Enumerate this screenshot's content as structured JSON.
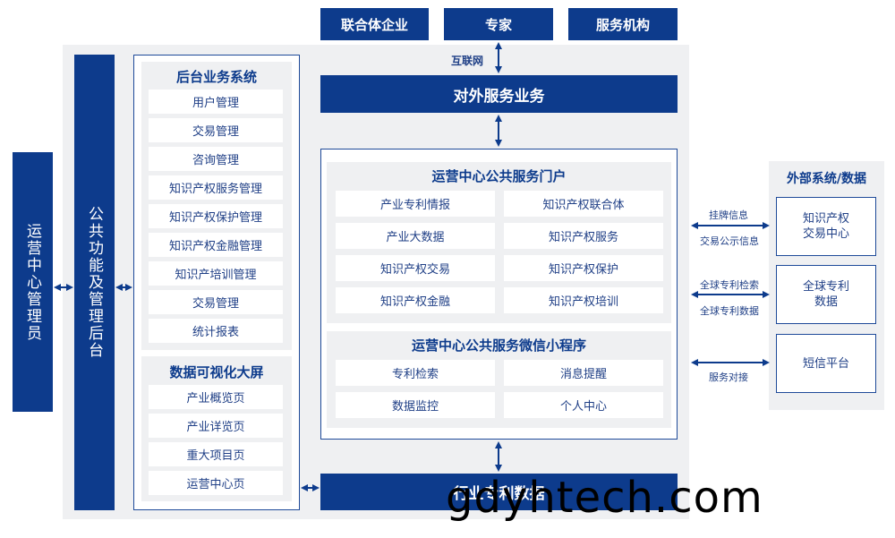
{
  "top_entities": [
    "联合体企业",
    "专家",
    "服务机构"
  ],
  "internet_label": "互联网",
  "external_service": "对外服务业务",
  "admin": "运营中心管理员",
  "backend_column": "公共功能及管理后台",
  "backend_system": {
    "title": "后台业务系统",
    "items": [
      "用户管理",
      "交易管理",
      "咨询管理",
      "知识产权服务管理",
      "知识产权保护管理",
      "知识产权金融管理",
      "知识产培训管理",
      "交易管理",
      "统计报表"
    ]
  },
  "dataviz": {
    "title": "数据可视化大屏",
    "items": [
      "产业概览页",
      "产业详览页",
      "重大项目页",
      "运营中心页"
    ]
  },
  "portal": {
    "title": "运营中心公共服务门户",
    "items": [
      "产业专利情报",
      "知识产权联合体",
      "产业大数据",
      "知识产权服务",
      "知识产权交易",
      "知识产权保护",
      "知识产权金融",
      "知识产权培训"
    ]
  },
  "miniapp": {
    "title": "运营中心公共服务微信小程序",
    "items": [
      "专利检索",
      "消息提醒",
      "数据监控",
      "个人中心"
    ]
  },
  "industry_data": "行业专利数据",
  "external": {
    "title": "外部系统/数据",
    "items": [
      {
        "line1": "知识产权",
        "line2": "交易中心",
        "label_top": "挂牌信息",
        "label_bottom": "交易公示信息"
      },
      {
        "line1": "全球专利",
        "line2": "数据",
        "label_top": "全球专利检索",
        "label_bottom": "全球专利数据"
      },
      {
        "line1": "短信平台",
        "line2": "",
        "label_top": "",
        "label_bottom": "服务对接"
      }
    ]
  },
  "watermark": "gdyhtech.com",
  "colors": {
    "navy": "#0d3b8c",
    "panel": "#eff0f2",
    "text": "#1f3f86"
  }
}
